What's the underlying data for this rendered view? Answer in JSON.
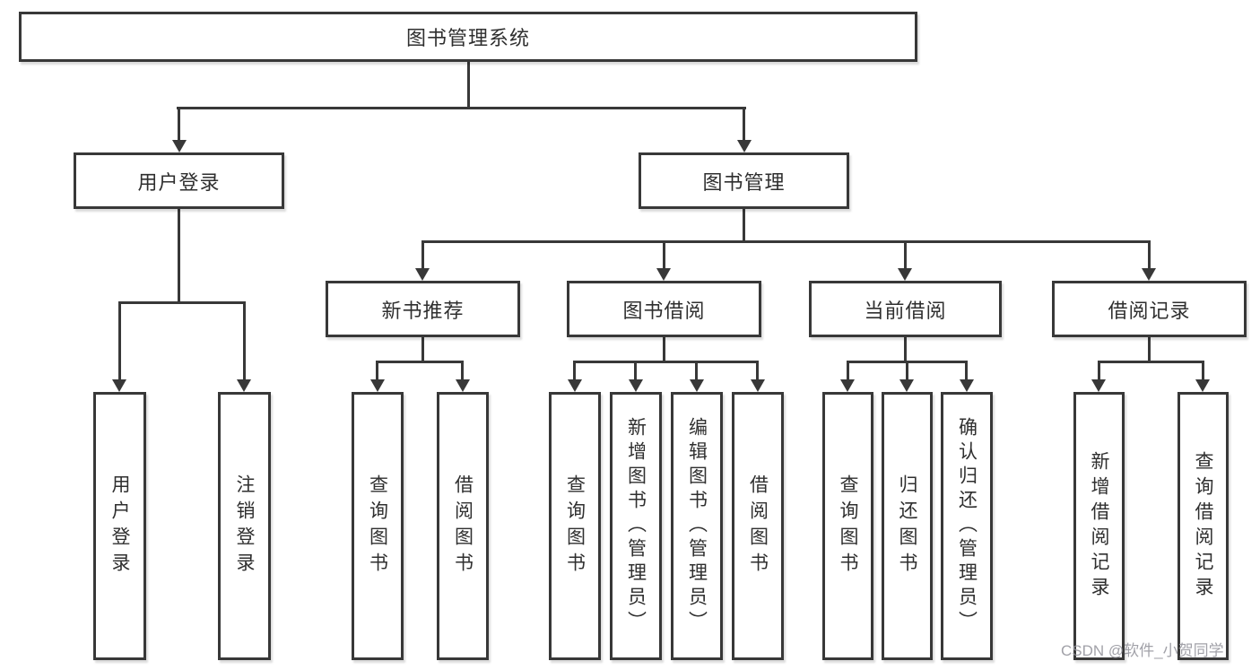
{
  "diagram": {
    "title": "图书管理系统",
    "root": {
      "label": "图书管理系统"
    },
    "branches": {
      "user": {
        "label": "用户登录"
      },
      "book": {
        "label": "图书管理"
      }
    },
    "groups": {
      "recommend": {
        "label": "新书推荐"
      },
      "borrow": {
        "label": "图书借阅"
      },
      "current": {
        "label": "当前借阅"
      },
      "records": {
        "label": "借阅记录"
      }
    },
    "leaves": {
      "user_login": "用户登录",
      "logout": "注销登录",
      "rec_query": "查询图书",
      "rec_borrow": "借阅图书",
      "bor_query": "查询图书",
      "bor_add": "新增图书（管理员）",
      "bor_edit": "编辑图书（管理员）",
      "bor_borrow": "借阅图书",
      "cur_query": "查询图书",
      "cur_return": "归还图书",
      "cur_confirm": "确认归还（管理员）",
      "recd_add": "新增借阅记录",
      "recd_query": "查询借阅记录"
    },
    "watermark": "CSDN @软件_小贺同学",
    "colors": {
      "line": "#383838",
      "text": "#2f2f2f",
      "watermark": "#94949c",
      "box_background": "#ffffff"
    }
  }
}
